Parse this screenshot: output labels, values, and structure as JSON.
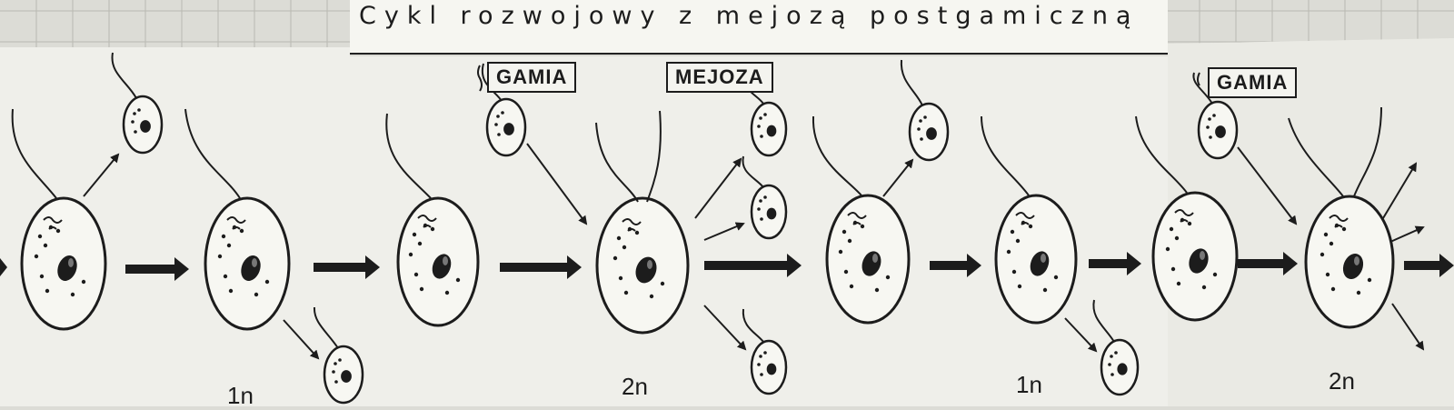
{
  "title": "Cykl rozwojowy z mejozą postgamiczną",
  "labels": {
    "gamia_1": "GAMIA",
    "mejoza": "MEJOZA",
    "gamia_2": "GAMIA"
  },
  "ploidy": {
    "p1": "1n",
    "p2": "2n",
    "p3": "1n",
    "p4": "2n"
  },
  "colors": {
    "ink": "#1c1c1c",
    "paper": "#f4f4ef",
    "grid_paper": "#dcdcd6"
  }
}
